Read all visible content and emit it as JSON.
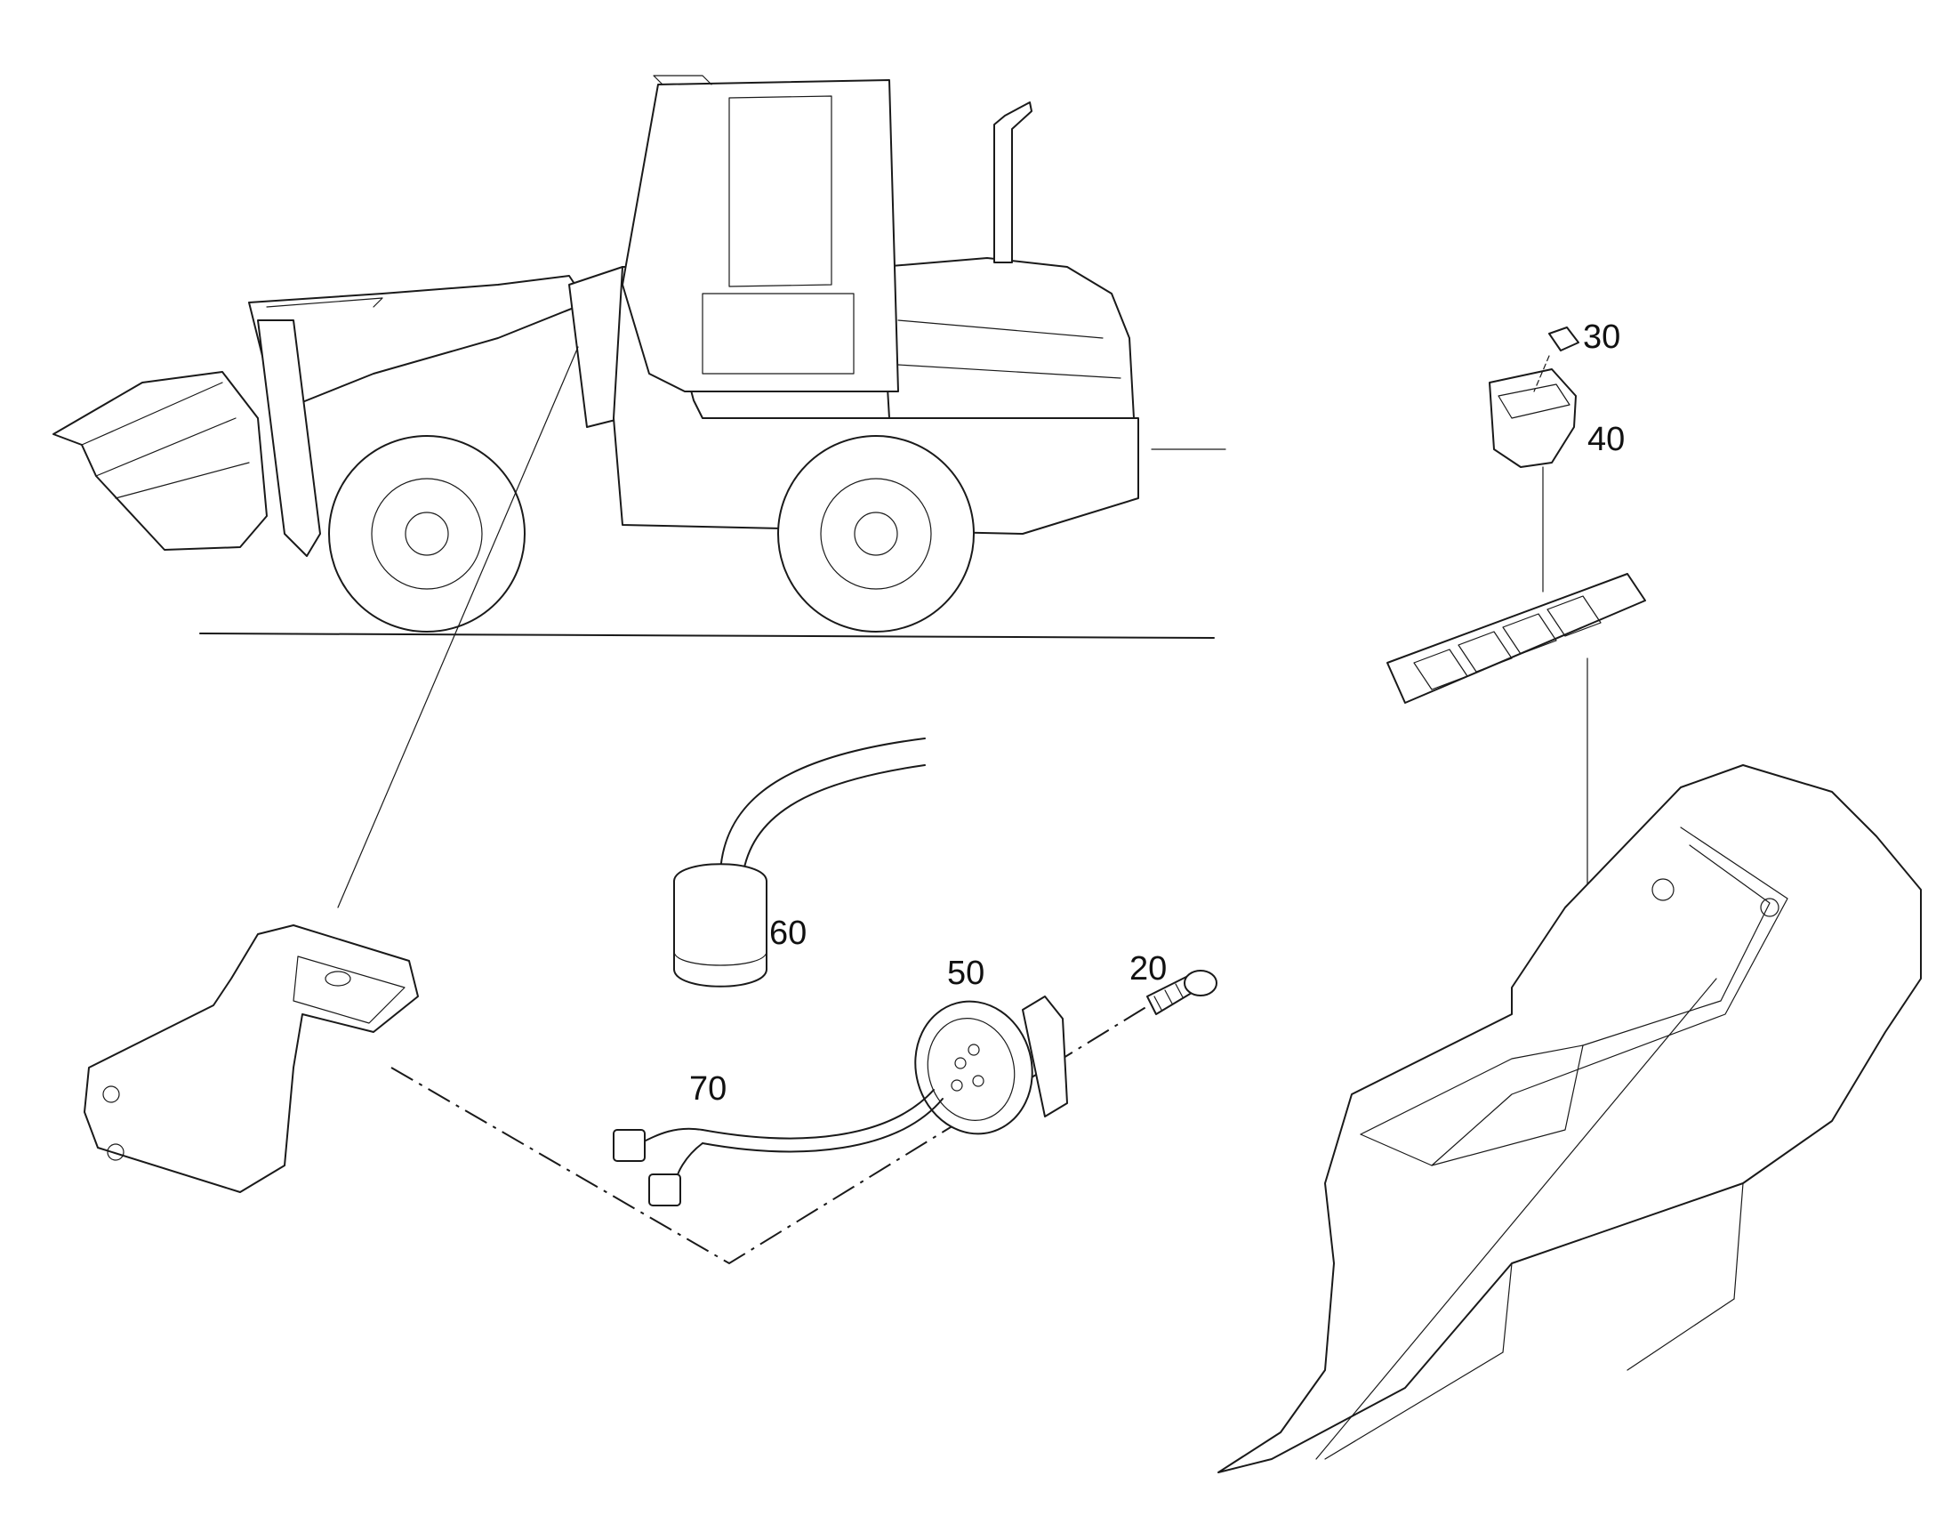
{
  "colors": {
    "line": "#1a1a1a",
    "background": "#ffffff"
  },
  "callouts": {
    "c20": "20",
    "c30": "30",
    "c40": "40",
    "c50": "50",
    "c60": "60",
    "c70": "70"
  }
}
